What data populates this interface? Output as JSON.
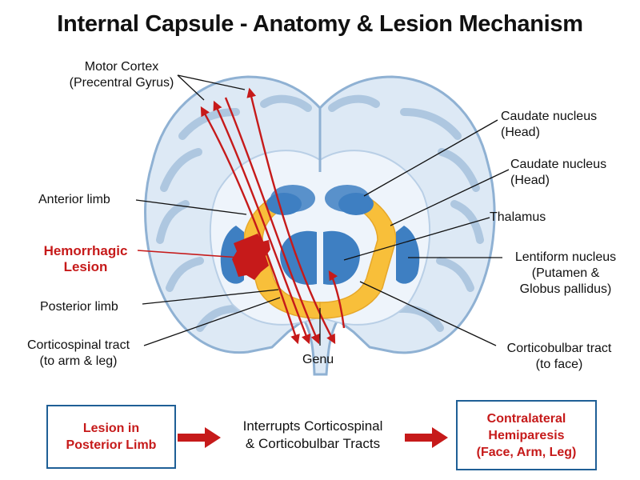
{
  "title": "Internal Capsule - Anatomy & Lesion Mechanism",
  "labels": {
    "motor_cortex": [
      "Motor Cortex",
      "(Precentral Gyrus)"
    ],
    "anterior_limb": "Anterior limb",
    "hemorrhagic_lesion": [
      "Hemorrhagic",
      "Lesion"
    ],
    "posterior_limb": "Posterior limb",
    "corticospinal_tract": [
      "Corticospinal tract",
      "(to arm & leg)"
    ],
    "genu": "Genu",
    "caudate_head_1": [
      "Caudate nucleus",
      "(Head)"
    ],
    "caudate_head_2": [
      "Caudate nucleus",
      "(Head)"
    ],
    "thalamus": "Thalamus",
    "lentiform_nucleus": [
      "Lentiform nucleus",
      "(Putamen &",
      "Globus pallidus)"
    ],
    "corticobulbar_tract": [
      "Corticobulbar tract",
      "(to face)"
    ]
  },
  "flow": {
    "box1": [
      "Lesion in",
      "Posterior Limb"
    ],
    "middle": [
      "Interrupts Corticospinal",
      "& Corticobulbar Tracts"
    ],
    "box2": [
      "Contralateral",
      "Hemiparesis",
      "(Face, Arm, Leg)"
    ]
  },
  "colors": {
    "brain_fill": "#dde9f5",
    "brain_outline": "#8fb1d3",
    "nucleus": "#3e7fc2",
    "capsule": "#f8bf3a",
    "tract": "#c61a1a",
    "box_border": "#1f5f96"
  }
}
